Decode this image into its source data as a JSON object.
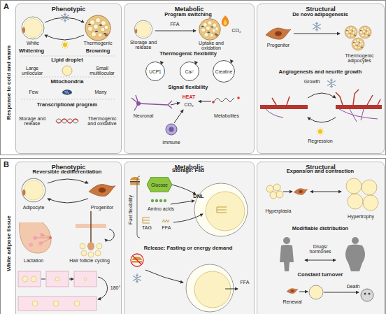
{
  "diagram": {
    "nodes": [
      {
        "text": [
          "A",
          "Response to cold and warm"
        ]
      },
      {
        "text": [
          "Phenotypic"
        ],
        "in": 0
      },
      {
        "text": [
          "Metabolic"
        ],
        "in": 0
      },
      {
        "text": [
          "UCP1"
        ],
        "in": 2
      },
      {
        "text": [
          "Ca²⁺"
        ],
        "in": 2
      },
      {
        "text": [
          "Creatine"
        ],
        "in": 2
      },
      {
        "text": [
          "Structural"
        ],
        "in": 0
      },
      {
        "text": [
          "B",
          "White adipose tissue"
        ]
      },
      {
        "text": [
          "Phenotypic"
        ],
        "in": 7
      },
      {
        "text": [
          "Metabolic"
        ],
        "in": 7
      },
      {
        "text": [
          "Glucose"
        ],
        "in": 9
      },
      {
        "text": [
          "Structural"
        ],
        "in": 7
      }
    ],
    "labels": [
      "White",
      "Thermogenic",
      "Whitening",
      "Browning",
      "Lipid droplet",
      "Large unilocular",
      "Small multilocular",
      "Mitochondria",
      "Few",
      "Many",
      "Transcriptional program",
      "Storage and release",
      "Thermogenic and oxidative",
      "Program switching",
      "Storage and release",
      "FFA",
      "Uptake and oxidation",
      "CO₂",
      "Thermogenic flexibility",
      "Signal flexibility",
      "Neuronal",
      "HEAT",
      "CO₂",
      "Immune",
      "Metabolites",
      "De novo adipogenesis",
      "Progenitor",
      "Thermogenic adipocytes",
      "Angiogenesis and neurite growth",
      "Growth",
      "Regression",
      "Reversible dedifferentiation",
      "Adipocyte",
      "Progenitor",
      "Lactation",
      "Hair follicle cycling",
      "180°",
      "Storage: Fed",
      "Fuel flexibility",
      "Amino acids",
      "TAG",
      "FFA",
      "DNL",
      "Release: Fasting or energy demand",
      "FFA",
      "Expansion and contraction",
      "Hyperplasia",
      "Hypertrophy",
      "Modifiable distribution",
      "Drugs/ hormones",
      "Constant turnover",
      "Renewal",
      "Death"
    ]
  }
}
